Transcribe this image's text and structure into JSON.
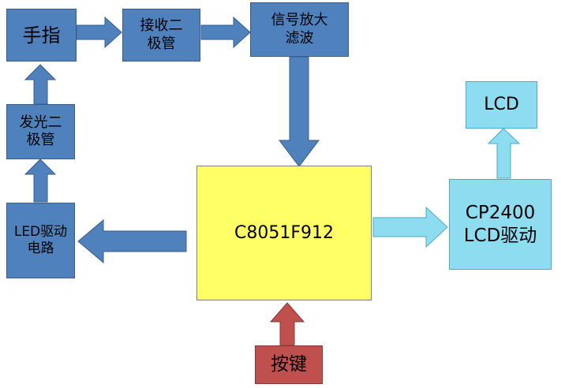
{
  "blocks": {
    "finger": "手指",
    "receiver_diode": "接收二\n极管",
    "signal_amp_filter": "信号放大\n滤波",
    "emitter_diode": "发光二\n极管",
    "led_driver": "LED驱动\n电路",
    "mcu": "C8051F912",
    "lcd_driver": "CP2400\nLCD驱动",
    "lcd": "LCD",
    "keys": "按键"
  },
  "colors": {
    "block_blue": "#4f81bd",
    "block_cyan": "#8ddcf0",
    "mcu_yellow": "#ffff66",
    "keys_red": "#c0504d"
  }
}
